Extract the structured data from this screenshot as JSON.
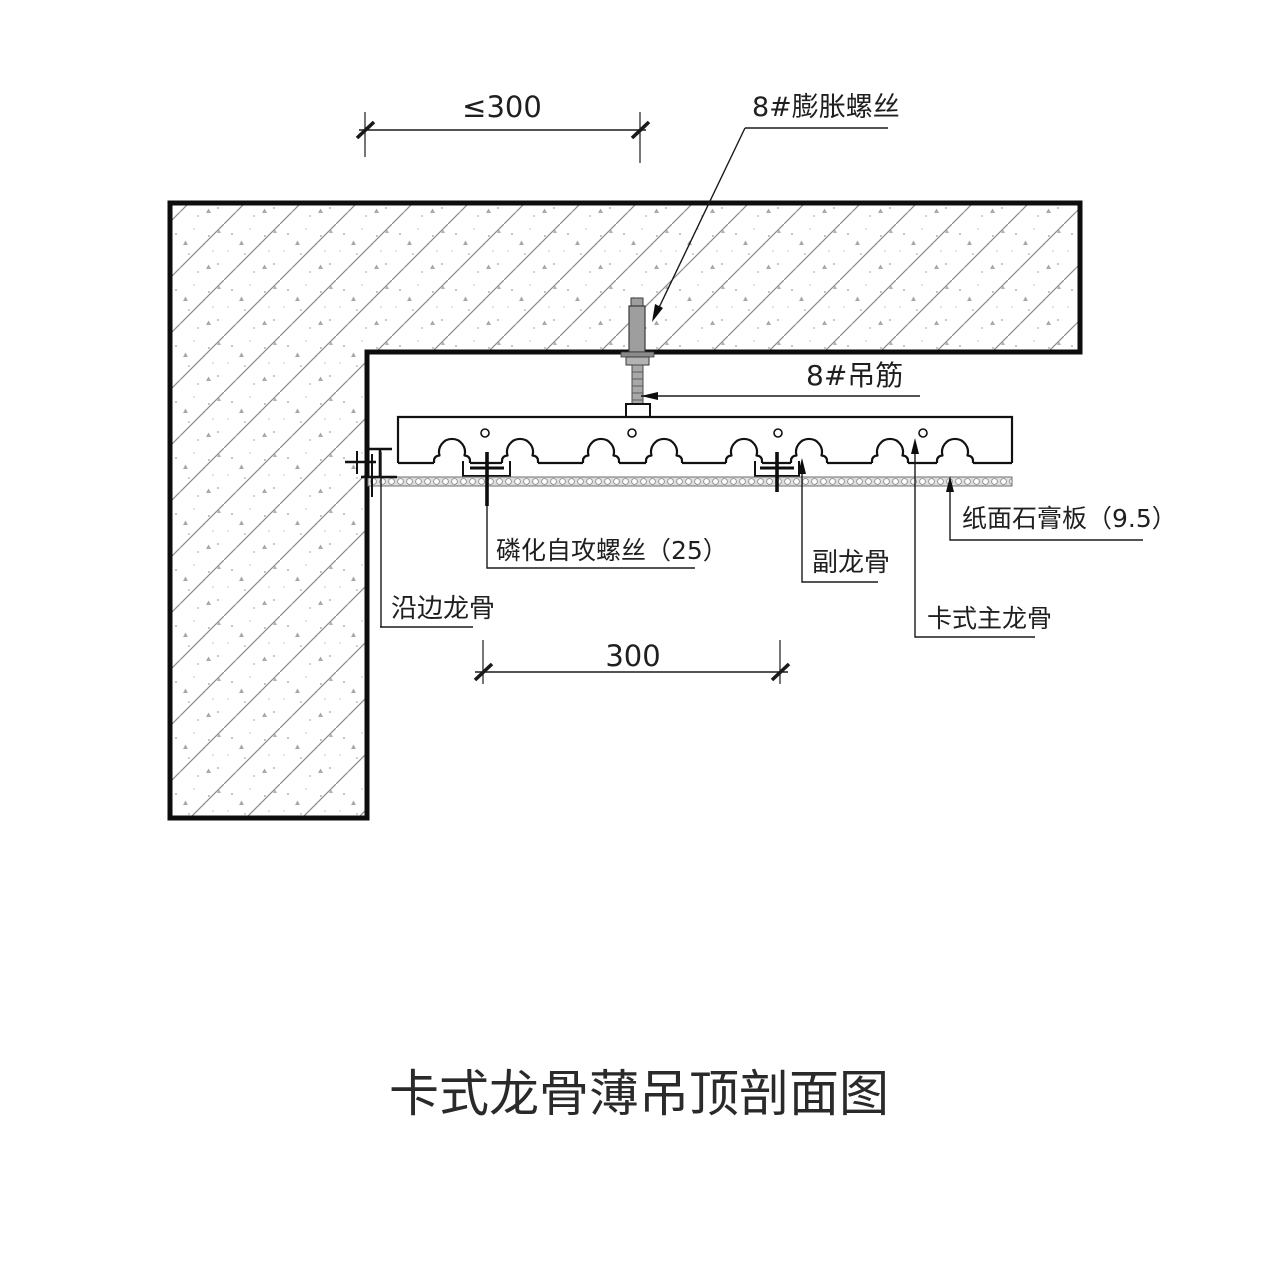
{
  "drawing": {
    "title": "卡式龙骨薄吊顶剖面图",
    "dimensions": {
      "top_spacing": "≤300",
      "bottom_spacing": "300"
    },
    "labels": {
      "expansion_bolt": "8#膨胀螺丝",
      "hanger_rod": "8#吊筋",
      "gypsum_board": "纸面石膏板（9.5）",
      "self_tapping_screw": "磷化自攻螺丝（25）",
      "secondary_keel": "副龙骨",
      "main_keel": "卡式主龙骨",
      "edge_keel": "沿边龙骨"
    },
    "colors": {
      "line": "#1a1a1a",
      "hatch": "#8a8a8a",
      "speckle": "#a8a8a8",
      "board_fill": "#e0e0e0",
      "metal_fill": "#a0a0a0",
      "background": "#ffffff"
    }
  }
}
